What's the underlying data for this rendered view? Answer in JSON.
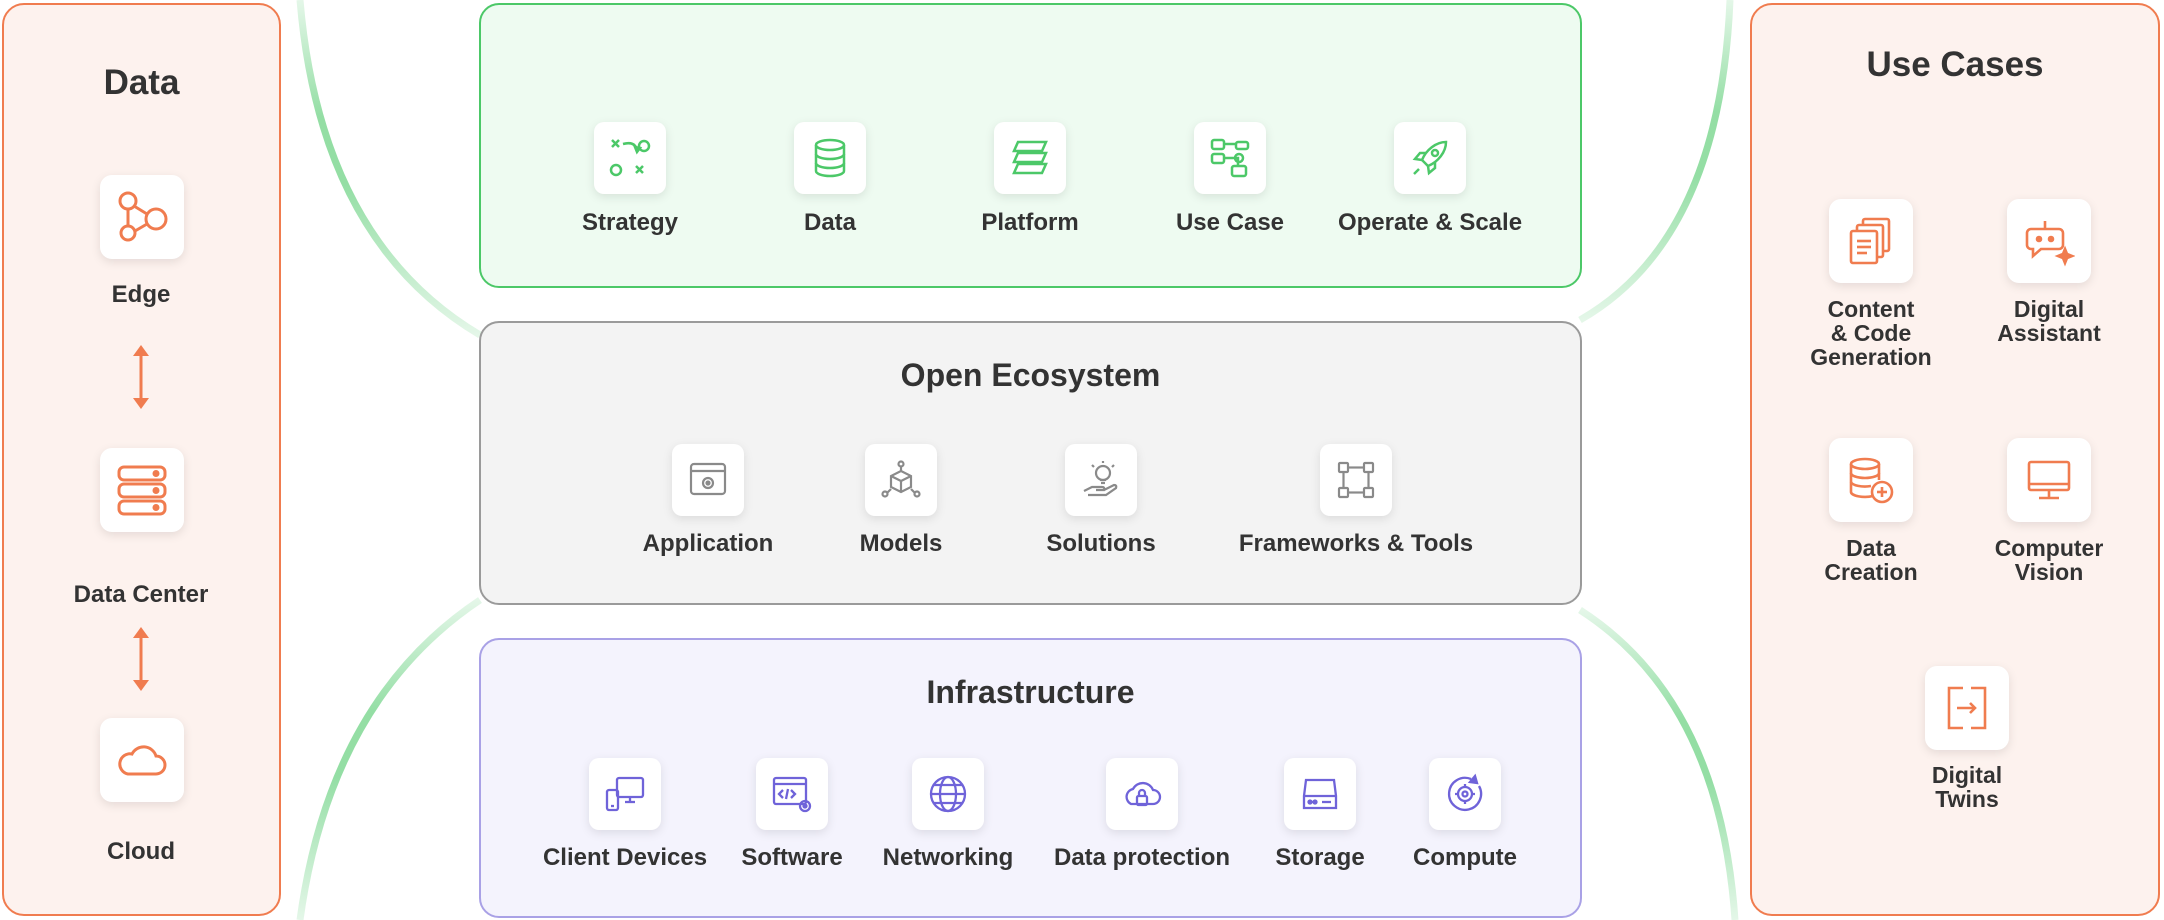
{
  "colors": {
    "orange": "#f07c4f",
    "green": "#4cc868",
    "gray": "#8a8a8a",
    "purple": "#6f63d9"
  },
  "data_panel": {
    "title": "Data",
    "items": [
      {
        "label": "Edge",
        "icon": "graph-nodes-icon"
      },
      {
        "label": "Data Center",
        "icon": "server-stack-icon"
      },
      {
        "label": "Cloud",
        "icon": "cloud-icon"
      }
    ]
  },
  "journey": {
    "items": [
      {
        "label": "Strategy",
        "icon": "play-strategy-icon"
      },
      {
        "label": "Data",
        "icon": "database-icon"
      },
      {
        "label": "Platform",
        "icon": "layers-icon"
      },
      {
        "label": "Use Case",
        "icon": "flow-chart-icon"
      },
      {
        "label": "Operate & Scale",
        "icon": "rocket-icon"
      }
    ]
  },
  "ecosystem": {
    "title": "Open Ecosystem",
    "items": [
      {
        "label": "Application",
        "icon": "app-window-icon"
      },
      {
        "label": "Models",
        "icon": "cube-nodes-icon"
      },
      {
        "label": "Solutions",
        "icon": "lightbulb-hand-icon"
      },
      {
        "label": "Frameworks & Tools",
        "icon": "framework-nodes-icon"
      }
    ]
  },
  "infrastructure": {
    "title": "Infrastructure",
    "items": [
      {
        "label": "Client Devices",
        "icon": "devices-icon"
      },
      {
        "label": "Software",
        "icon": "code-window-icon"
      },
      {
        "label": "Networking",
        "icon": "globe-icon"
      },
      {
        "label": "Data protection",
        "icon": "cloud-lock-icon"
      },
      {
        "label": "Storage",
        "icon": "hard-drive-icon"
      },
      {
        "label": "Compute",
        "icon": "gear-cycle-icon"
      }
    ]
  },
  "use_cases": {
    "title": "Use Cases",
    "items": [
      {
        "lines": [
          "Content",
          "& Code",
          "Generation"
        ],
        "icon": "documents-icon"
      },
      {
        "lines": [
          "Digital",
          "Assistant"
        ],
        "icon": "chat-bot-icon"
      },
      {
        "lines": [
          "Data",
          "Creation"
        ],
        "icon": "database-plus-icon"
      },
      {
        "lines": [
          "Computer",
          "Vision"
        ],
        "icon": "monitor-icon"
      },
      {
        "lines": [
          "Digital",
          "Twins"
        ],
        "icon": "twin-arrow-icon"
      }
    ]
  }
}
